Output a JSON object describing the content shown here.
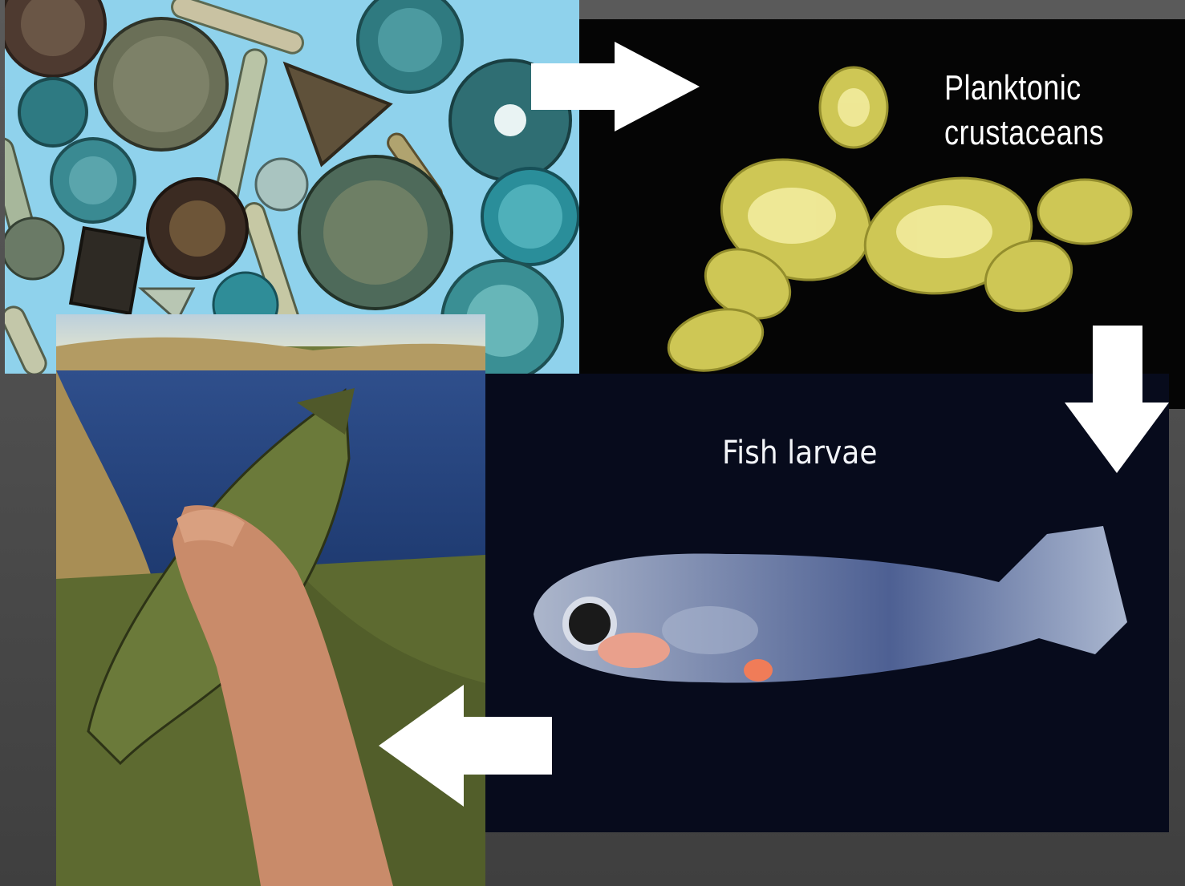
{
  "captions": {
    "crustaceans_line1": "Planktonic",
    "crustaceans_line2": "crustaceans",
    "larvae": "Fish larvae"
  },
  "colors": {
    "arrow": "#ffffff",
    "background": "#4d4d4d",
    "diatom_bg": "#8fd2ec"
  },
  "icons": {
    "arrow_right": "arrow-right-icon",
    "arrow_down": "arrow-down-icon",
    "arrow_left": "arrow-left-icon"
  }
}
